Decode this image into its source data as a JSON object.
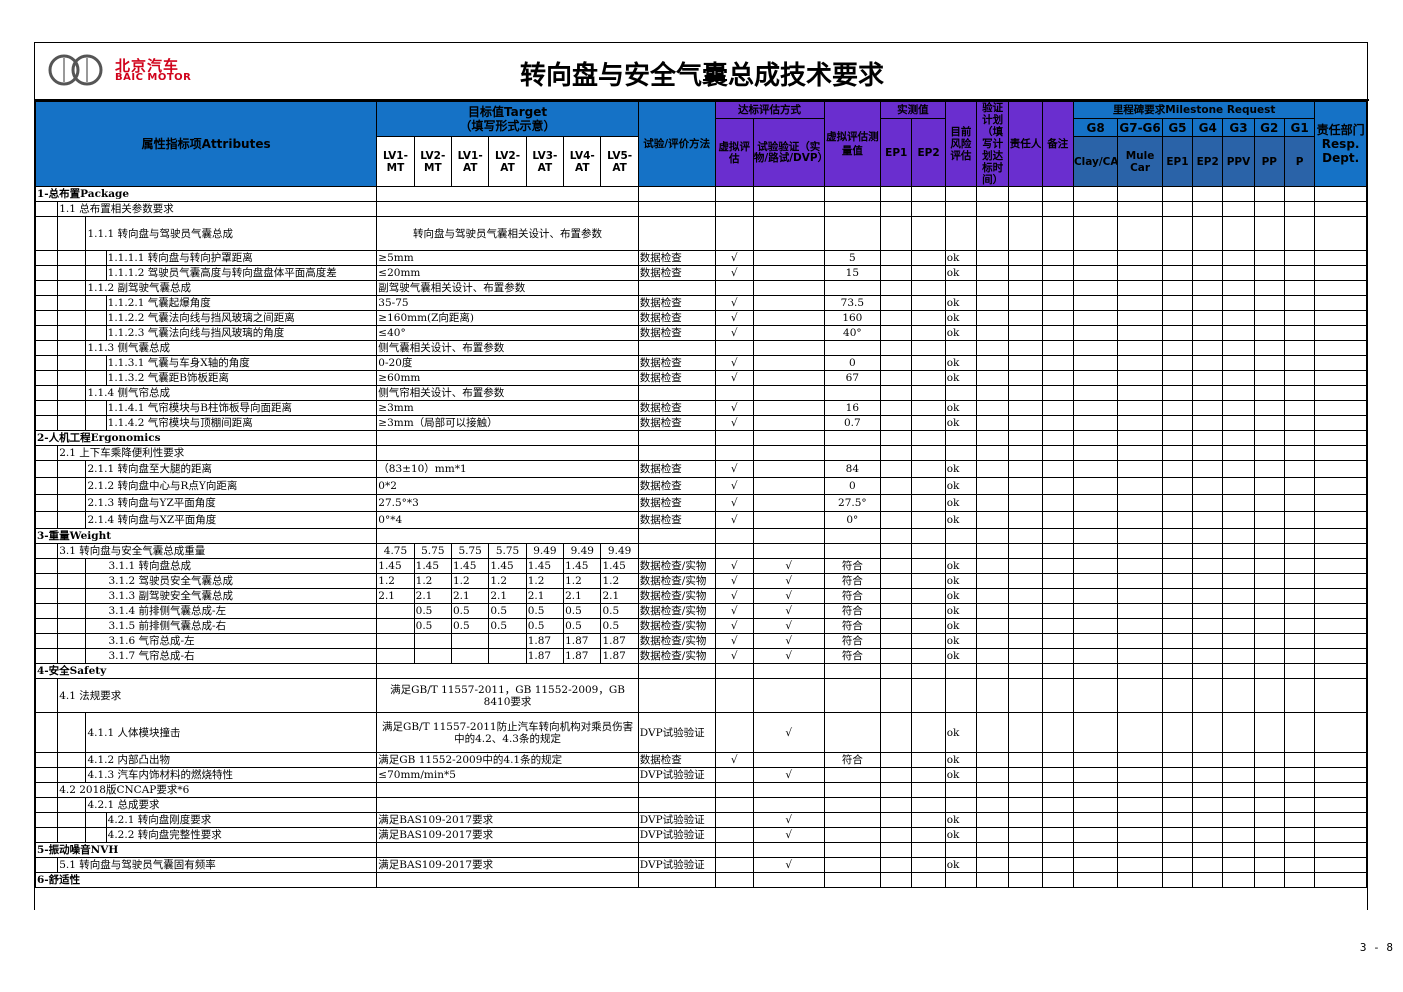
{
  "logo": {
    "cn": "北京汽车",
    "en": "BAIC MOTOR"
  },
  "title": "转向盘与安全气囊总成技术要求",
  "header": {
    "attributes": "属性指标项Attributes",
    "target": "目标值Target\n（填写形式示意）",
    "lv": [
      "LV1-MT",
      "LV2-MT",
      "LV1-AT",
      "LV2-AT",
      "LV3-AT",
      "LV4-AT",
      "LV5-AT"
    ],
    "method": "试验/评价方法",
    "eval_group": "达标评估方式",
    "virtual_eval": "虚拟评估",
    "test_verify": "试验验证（实物/路试/DVP）",
    "virtual_value": "虚拟评估测量值",
    "measured": "实测值",
    "ep1": "EP1",
    "ep2": "EP2",
    "current_risk": "目前风险评估",
    "verify_plan": "验证计划（填写计划达标时间）",
    "owner": "责任人",
    "remark": "备注",
    "milestone": "里程碑要求Milestone Request",
    "gates": [
      "G8",
      "G7-G6",
      "G5",
      "G4",
      "G3",
      "G2",
      "G1"
    ],
    "phases": [
      "Clay/CAD/CAE",
      "Mule Car",
      "EP1",
      "EP2",
      "PPV",
      "PP",
      "P"
    ],
    "dept": "责任部门Resp. Dept."
  },
  "rows": [
    {
      "t": "sec",
      "a": "1-总布置Package"
    },
    {
      "t": "l1",
      "a": "1.1 总布置相关参数要求"
    },
    {
      "t": "l2",
      "a": "1.1.1 转向盘与驾驶员气囊总成",
      "target": "转向盘与驾驶员气囊相关设计、布置参数",
      "tall": true
    },
    {
      "t": "l3",
      "a": "1.1.1.1 转向盘与转向护罩距离",
      "target": "≥5mm",
      "m": "数据检查",
      "v": "√",
      "val": "5",
      "r": "ok"
    },
    {
      "t": "l3",
      "a": "1.1.1.2 驾驶员气囊高度与转向盘盘体平面高度差",
      "target": "≤20mm",
      "m": "数据检查",
      "v": "√",
      "val": "15",
      "r": "ok"
    },
    {
      "t": "l2",
      "a": "1.1.2 副驾驶气囊总成",
      "target": "副驾驶气囊相关设计、布置参数"
    },
    {
      "t": "l3",
      "a": "1.1.2.1 气囊起爆角度",
      "target": "35-75",
      "m": "数据检查",
      "v": "√",
      "val": "73.5",
      "r": "ok"
    },
    {
      "t": "l3",
      "a": "1.1.2.2 气囊法向线与挡风玻璃之间距离",
      "target": "≥160mm(Z向距离)",
      "m": "数据检查",
      "v": "√",
      "val": "160",
      "r": "ok"
    },
    {
      "t": "l3",
      "a": "1.1.2.3 气囊法向线与挡风玻璃的角度",
      "target": "≤40°",
      "m": "数据检查",
      "v": "√",
      "val": "40°",
      "r": "ok"
    },
    {
      "t": "l2",
      "a": "1.1.3 侧气囊总成",
      "target": "侧气囊相关设计、布置参数"
    },
    {
      "t": "l3",
      "a": "1.1.3.1 气囊与车身X轴的角度",
      "target": "0-20度",
      "m": "数据检查",
      "v": "√",
      "val": "0",
      "r": "ok"
    },
    {
      "t": "l3",
      "a": "1.1.3.2 气囊距B饰板距离",
      "target": "≥60mm",
      "m": "数据检查",
      "v": "√",
      "val": "67",
      "r": "ok"
    },
    {
      "t": "l2",
      "a": "1.1.4 侧气帘总成",
      "target": "侧气帘相关设计、布置参数"
    },
    {
      "t": "l3",
      "a": "1.1.4.1 气帘模块与B柱饰板导向面距离",
      "target": "≥3mm",
      "m": "数据检查",
      "v": "√",
      "val": "16",
      "r": "ok"
    },
    {
      "t": "l3",
      "a": "1.1.4.2 气帘模块与顶棚间距离",
      "target": "≥3mm（局部可以接触）",
      "m": "数据检查",
      "v": "√",
      "val": "0.7",
      "r": "ok"
    },
    {
      "t": "sec",
      "a": "2-人机工程Ergonomics"
    },
    {
      "t": "l1",
      "a": "2.1  上下车乘降便利性要求"
    },
    {
      "t": "l2b",
      "a": "2.1.1 转向盘至大腿的距离",
      "target": "（83±10）mm*1",
      "m": "数据检查",
      "v": "√",
      "val": "84",
      "r": "ok"
    },
    {
      "t": "l2b",
      "a": "2.1.2 转向盘中心与R点Y向距离",
      "target": "0*2",
      "m": "数据检查",
      "v": "√",
      "val": "0",
      "r": "ok"
    },
    {
      "t": "l2b",
      "a": "2.1.3 转向盘与YZ平面角度",
      "target": "27.5°*3",
      "m": "数据检查",
      "v": "√",
      "val": "27.5°",
      "r": "ok"
    },
    {
      "t": "l2b",
      "a": "2.1.4 转向盘与XZ平面角度",
      "target": "0°*4",
      "m": "数据检查",
      "v": "√",
      "val": "0°",
      "r": "ok"
    },
    {
      "t": "sec",
      "a": "3-重量Weight"
    },
    {
      "t": "w1",
      "a": "3.1 转向盘与安全气囊总成重量",
      "lv": [
        "4.75",
        "5.75",
        "5.75",
        "5.75",
        "9.49",
        "9.49",
        "9.49"
      ]
    },
    {
      "t": "w2",
      "a": "3.1.1 转向盘总成",
      "lv": [
        "1.45",
        "1.45",
        "1.45",
        "1.45",
        "1.45",
        "1.45",
        "1.45"
      ],
      "m": "数据检查/实物",
      "v": "√",
      "tv": "√",
      "val": "符合",
      "r": "ok"
    },
    {
      "t": "w2",
      "a": "3.1.2 驾驶员安全气囊总成",
      "lv": [
        "1.2",
        "1.2",
        "1.2",
        "1.2",
        "1.2",
        "1.2",
        "1.2"
      ],
      "m": "数据检查/实物",
      "v": "√",
      "tv": "√",
      "val": "符合",
      "r": "ok"
    },
    {
      "t": "w2",
      "a": "3.1.3 副驾驶安全气囊总成",
      "lv": [
        "2.1",
        "2.1",
        "2.1",
        "2.1",
        "2.1",
        "2.1",
        "2.1"
      ],
      "m": "数据检查/实物",
      "v": "√",
      "tv": "√",
      "val": "符合",
      "r": "ok"
    },
    {
      "t": "w2",
      "a": "3.1.4 前排侧气囊总成-左",
      "lv": [
        "",
        "0.5",
        "0.5",
        "0.5",
        "0.5",
        "0.5",
        "0.5"
      ],
      "m": "数据检查/实物",
      "v": "√",
      "tv": "√",
      "val": "符合",
      "r": "ok"
    },
    {
      "t": "w2",
      "a": "3.1.5 前排侧气囊总成-右",
      "lv": [
        "",
        "0.5",
        "0.5",
        "0.5",
        "0.5",
        "0.5",
        "0.5"
      ],
      "m": "数据检查/实物",
      "v": "√",
      "tv": "√",
      "val": "符合",
      "r": "ok"
    },
    {
      "t": "w2",
      "a": "3.1.6 气帘总成-左",
      "lv": [
        "",
        "",
        "",
        "",
        "1.87",
        "1.87",
        "1.87"
      ],
      "m": "数据检查/实物",
      "v": "√",
      "tv": "√",
      "val": "符合",
      "r": "ok"
    },
    {
      "t": "w2",
      "a": "3.1.7 气帘总成-右",
      "lv": [
        "",
        "",
        "",
        "",
        "1.87",
        "1.87",
        "1.87"
      ],
      "m": "数据检查/实物",
      "v": "√",
      "tv": "√",
      "val": "符合",
      "r": "ok"
    },
    {
      "t": "sec",
      "a": "4-安全Safety"
    },
    {
      "t": "l1t",
      "a": "4.1  法规要求",
      "target": "满足GB/T 11557-2011，GB 11552-2009，GB 8410要求"
    },
    {
      "t": "l2t",
      "a": "4.1.1 人体模块撞击",
      "target": "满足GB/T 11557-2011防止汽车转向机构对乘员伤害中的4.2、4.3条的规定",
      "m": "DVP试验验证",
      "tv": "√",
      "r": "ok"
    },
    {
      "t": "l2b",
      "a": "4.1.2 内部凸出物",
      "target": "满足GB 11552-2009中的4.1条的规定",
      "m": "数据检查",
      "v": "√",
      "val": "符合",
      "r": "ok"
    },
    {
      "t": "l2b",
      "a": "4.1.3 汽车内饰材料的燃烧特性",
      "target": "≤70mm/min*5",
      "m": "DVP试验验证",
      "tv": "√",
      "r": "ok"
    },
    {
      "t": "l1",
      "a": "4.2  2018版CNCAP要求*6"
    },
    {
      "t": "l2",
      "a": "4.2.1 总成要求"
    },
    {
      "t": "l3",
      "a": "4.2.1 转向盘刚度要求",
      "target": "满足BAS109-2017要求",
      "m": "DVP试验验证",
      "tv": "√",
      "r": "ok"
    },
    {
      "t": "l3",
      "a": "4.2.2 转向盘完整性要求",
      "target": "满足BAS109-2017要求",
      "m": "DVP试验验证",
      "tv": "√",
      "r": "ok"
    },
    {
      "t": "sec",
      "a": "5-振动噪音NVH"
    },
    {
      "t": "l1",
      "a": "5.1  转向盘与驾驶员气囊固有频率",
      "target": "满足BAS109-2017要求",
      "m": "DVP试验验证",
      "tv": "√",
      "r": "ok"
    },
    {
      "t": "sec",
      "a": "6-舒适性"
    }
  ],
  "page_number": "3 - 8"
}
